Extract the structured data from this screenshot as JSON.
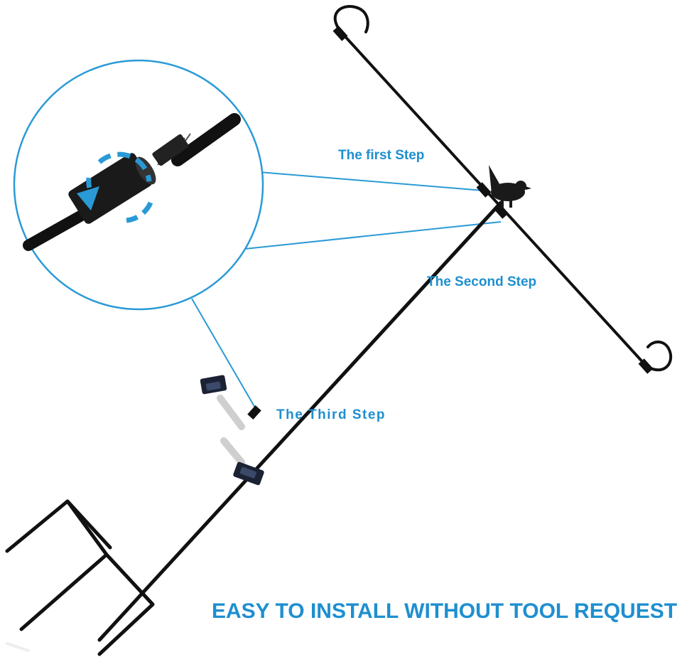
{
  "labels": {
    "step1": "The first Step",
    "step2": "The Second Step",
    "step3": "The Third Step",
    "headline": "EASY TO INSTALL WITHOUT TOOL REQUEST"
  },
  "colors": {
    "accent": "#1e8fd0",
    "pole": "#111111",
    "callout_line": "#2a9ad6"
  },
  "icons": {
    "rotate_arrow": "rotate-arrow-icon",
    "bird": "bird-ornament-icon",
    "clip": "stopper-clip-icon",
    "hook": "hook-icon"
  }
}
